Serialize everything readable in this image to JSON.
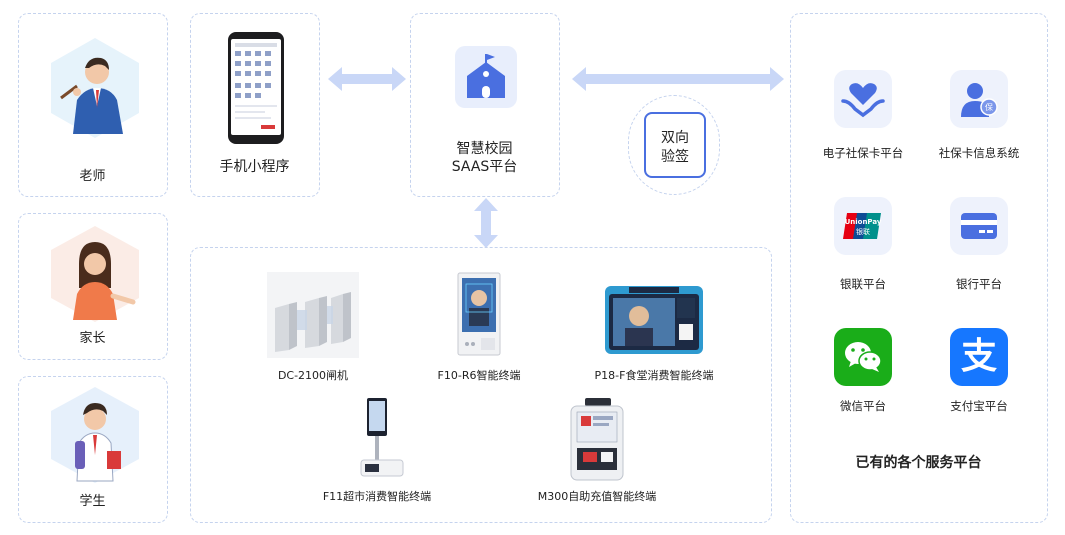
{
  "roles": [
    {
      "label": "老师"
    },
    {
      "label": "家长"
    },
    {
      "label": "学生"
    }
  ],
  "miniapp": {
    "label": "手机小程序"
  },
  "saas": {
    "line1": "智慧校园",
    "line2": "SAAS平台"
  },
  "verify": {
    "line1": "双向",
    "line2": "验签"
  },
  "devices": [
    {
      "label": "DC-2100闸机"
    },
    {
      "label": "F10-R6智能终端"
    },
    {
      "label": "P18-F食堂消费智能终端"
    },
    {
      "label": "F11超市消费智能终端"
    },
    {
      "label": "M300自助充值智能终端"
    }
  ],
  "platforms": [
    {
      "label": "电子社保卡平台",
      "icon": "heart-hands-icon"
    },
    {
      "label": "社保卡信息系统",
      "icon": "insured-person-icon"
    },
    {
      "label": "银联平台",
      "icon": "unionpay-icon",
      "logo_text": "UnionPay",
      "logo_sub": "银联"
    },
    {
      "label": "银行平台",
      "icon": "bank-card-icon"
    },
    {
      "label": "微信平台",
      "icon": "wechat-icon"
    },
    {
      "label": "支付宝平台",
      "icon": "alipay-icon",
      "logo_text": "支"
    }
  ],
  "platforms_title": "已有的各个服务平台",
  "colors": {
    "accent": "#4a6fe0",
    "border": "#c5d3ee",
    "arrow": "#c9d7f7",
    "wechat": "#1aad19",
    "alipay": "#1677ff",
    "unionpay_red": "#e60012"
  }
}
